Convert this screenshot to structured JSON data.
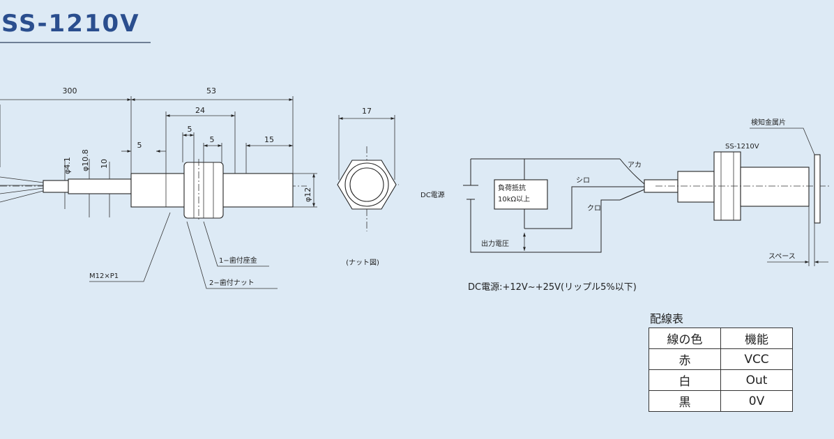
{
  "title": "SS-1210V",
  "side_view": {
    "dims": {
      "cable_length": "300",
      "total_length": "53",
      "thread_length": "24",
      "nut_thickness_a": "5",
      "nut_thickness_b": "5",
      "gap": "5",
      "sensor_tip": "15",
      "cable_dia": "φ4.1",
      "neck_dia": "φ10.8",
      "neck_height": "10",
      "sensor_dia": "φ12"
    },
    "labels": {
      "thread": "M12×P1",
      "washer": "1−歯付座金",
      "nut": "2−歯付ナット"
    }
  },
  "nut_view": {
    "width": "17",
    "caption": "(ナット図)"
  },
  "circuit": {
    "dc_source": "DC電源",
    "load_line1": "負荷抵抗",
    "load_line2": "10kΩ以上",
    "output_voltage": "出力電圧",
    "wire_red": "アカ",
    "wire_white": "シロ",
    "wire_black": "クロ",
    "sensor_name": "SS-1210V",
    "metal_piece": "検知金属片",
    "space": "スペース",
    "supply_note": "DC電源:+12V~+25V(リップル5%以下)"
  },
  "wiring_table": {
    "title": "配線表",
    "headers": [
      "線の色",
      "機能"
    ],
    "rows": [
      [
        "赤",
        "VCC"
      ],
      [
        "白",
        "Out"
      ],
      [
        "黒",
        "0V"
      ]
    ]
  }
}
